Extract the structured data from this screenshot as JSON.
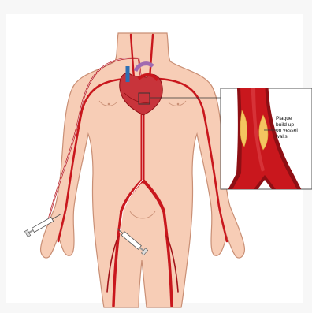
{
  "colors": {
    "skin": "#f7cdb6",
    "skin_outline": "#c98f75",
    "artery": "#c9171d",
    "artery_dark": "#8e0f14",
    "vein": "#2d6fb4",
    "heart": "#c8343b",
    "plaque": "#f4c560",
    "frame_border": "#555555"
  },
  "inset": {
    "label_lines": [
      "Plaque",
      "build up",
      "on vessel",
      "walls"
    ]
  },
  "icons": [
    "heart-illustration",
    "catheter-syringe",
    "artery-cross-section"
  ]
}
